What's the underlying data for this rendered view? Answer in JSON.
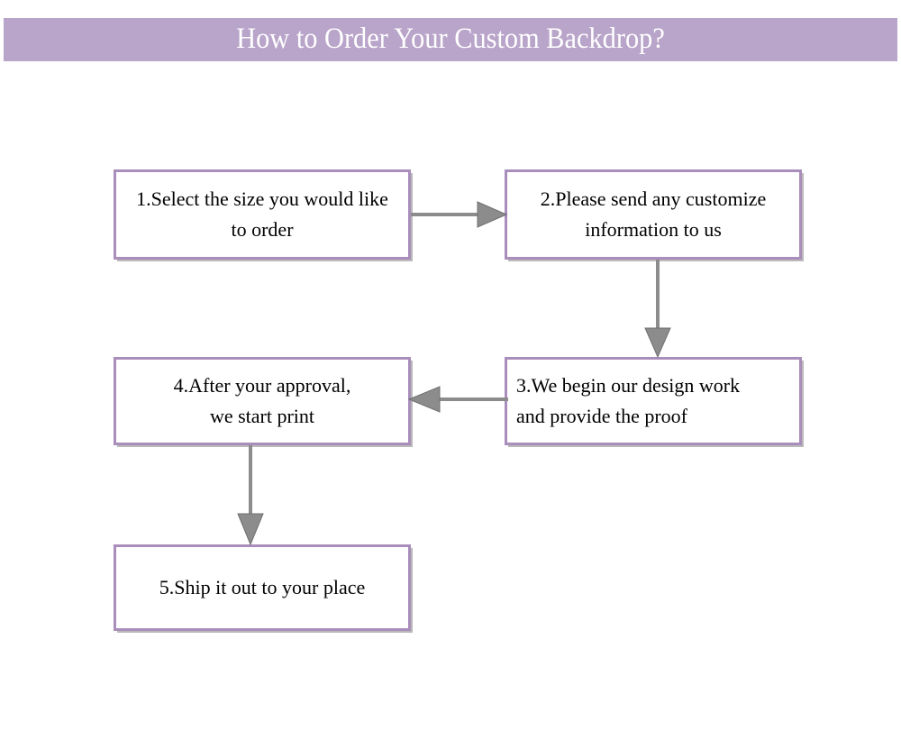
{
  "header": {
    "title": "How to Order Your Custom Backdrop?",
    "band_color": "#b9a4ca",
    "title_color": "#ffffff"
  },
  "theme": {
    "background": "#ffffff",
    "box_border_color": "#a98dbb",
    "box_fill_color": "#ffffff",
    "text_color": "#000000",
    "arrow_color": "#8c8c8c"
  },
  "flow": {
    "steps": [
      {
        "id": "step-1",
        "number": "1",
        "text": "1.Select the size you would like\nto order",
        "align": "center"
      },
      {
        "id": "step-2",
        "number": "2",
        "text": "2.Please send any customize\ninformation to us",
        "align": "center"
      },
      {
        "id": "step-3",
        "number": "3",
        "text": "3.We begin our design work\nand provide the proof",
        "align": "left"
      },
      {
        "id": "step-4",
        "number": "4",
        "text": "4.After your approval,\nwe start print",
        "align": "center"
      },
      {
        "id": "step-5",
        "number": "5",
        "text": "5.Ship it out to your place",
        "align": "center"
      }
    ],
    "connectors": [
      {
        "id": "arrow-1-2",
        "from": "step-1",
        "to": "step-2",
        "direction": "right"
      },
      {
        "id": "arrow-2-3",
        "from": "step-2",
        "to": "step-3",
        "direction": "down"
      },
      {
        "id": "arrow-3-4",
        "from": "step-3",
        "to": "step-4",
        "direction": "left"
      },
      {
        "id": "arrow-4-5",
        "from": "step-4",
        "to": "step-5",
        "direction": "down"
      }
    ]
  }
}
